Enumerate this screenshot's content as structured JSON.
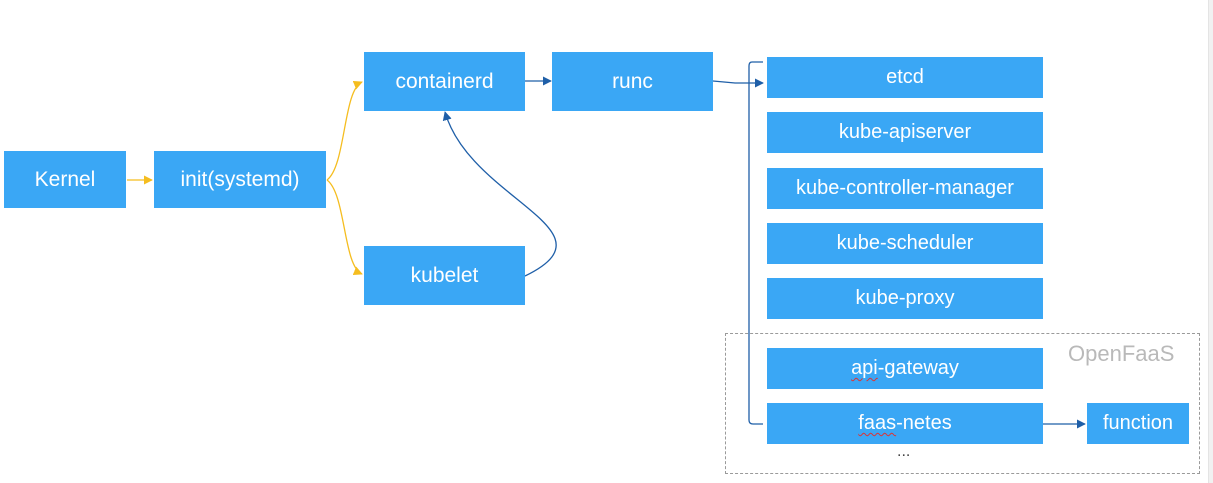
{
  "nodes": {
    "kernel": "Kernel",
    "init": "init(systemd)",
    "containerd": "containerd",
    "runc": "runc",
    "kubelet": "kubelet",
    "etcd": "etcd",
    "kube_apiserver": "kube-apiserver",
    "kube_controller_manager": "kube-controller-manager",
    "kube_scheduler": "kube-scheduler",
    "kube_proxy": "kube-proxy",
    "api_gateway_a": "api",
    "api_gateway_b": "-gateway",
    "faas_netes_a": "faas",
    "faas_netes_b": "-netes",
    "function": "function",
    "ellipsis": "..."
  },
  "group": {
    "label": "OpenFaaS"
  },
  "colors": {
    "node_fill": "#3aa7f5",
    "node_text": "#ffffff",
    "edge_yellow": "#f5bd1f",
    "edge_blue": "#1f5fa8"
  }
}
